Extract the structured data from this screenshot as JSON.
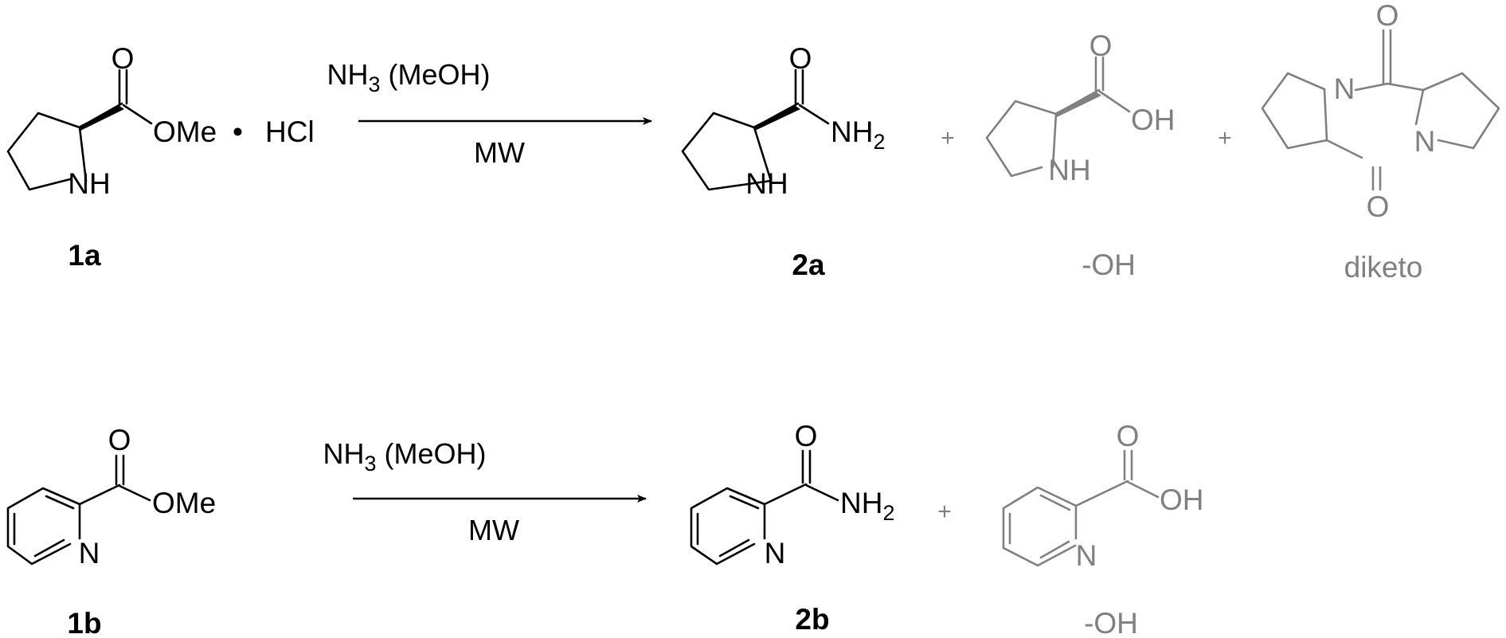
{
  "scheme": {
    "reaction_a": {
      "reactant": {
        "label": "1a",
        "ester_group": "OMe",
        "salt_dot": "•",
        "salt": "HCl",
        "amine": "NH"
      },
      "conditions": {
        "reagent": "NH",
        "reagent_sub": "3",
        "solvent": "(MeOH)",
        "activation": "MW"
      },
      "product": {
        "label": "2a",
        "amide_group": "NH",
        "amide_sub": "2",
        "amine": "NH",
        "oxygen": "O"
      },
      "side_product_acid": {
        "label": "-OH",
        "acid_group": "OH",
        "amine": "NH",
        "oxygen": "O"
      },
      "side_product_diketo": {
        "label": "diketo",
        "nitrogen": "N",
        "oxygen": "O"
      },
      "plus": "+"
    },
    "reaction_b": {
      "reactant": {
        "label": "1b",
        "ester_group": "OMe",
        "ring_n": "N",
        "oxygen": "O"
      },
      "conditions": {
        "reagent": "NH",
        "reagent_sub": "3",
        "solvent": "(MeOH)",
        "activation": "MW"
      },
      "product": {
        "label": "2b",
        "amide_group": "NH",
        "amide_sub": "2",
        "ring_n": "N",
        "oxygen": "O"
      },
      "side_product_acid": {
        "label": "-OH",
        "acid_group": "OH",
        "ring_n": "N",
        "oxygen": "O"
      },
      "plus": "+"
    },
    "colors": {
      "main": "#000000",
      "side_product": "#808080"
    }
  }
}
